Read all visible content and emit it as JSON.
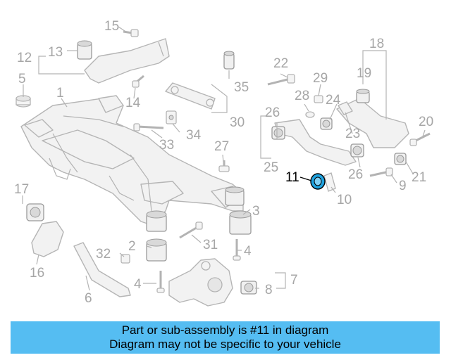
{
  "labels": {
    "l1": "1",
    "l2": "2",
    "l3": "3",
    "l4a": "4",
    "l4b": "4",
    "l5": "5",
    "l6": "6",
    "l7": "7",
    "l8": "8",
    "l9": "9",
    "l10": "10",
    "l11": "11",
    "l12": "12",
    "l13": "13",
    "l14": "14",
    "l15": "15",
    "l16": "16",
    "l17": "17",
    "l18": "18",
    "l19": "19",
    "l20": "20",
    "l21": "21",
    "l22": "22",
    "l23": "23",
    "l24": "24",
    "l25": "25",
    "l26a": "26",
    "l26b": "26",
    "l27": "27",
    "l28": "28",
    "l29": "29",
    "l30": "30",
    "l31": "31",
    "l32": "32",
    "l33": "33",
    "l34": "34",
    "l35": "35"
  },
  "colors": {
    "highlight_part": "#1fa3e0",
    "banner": "#55bdf2",
    "label_gray": "#a6a6a6"
  },
  "banner": {
    "line1": "Part or sub-assembly is #11 in diagram",
    "line2": "Diagram may not be specific to your vehicle"
  }
}
